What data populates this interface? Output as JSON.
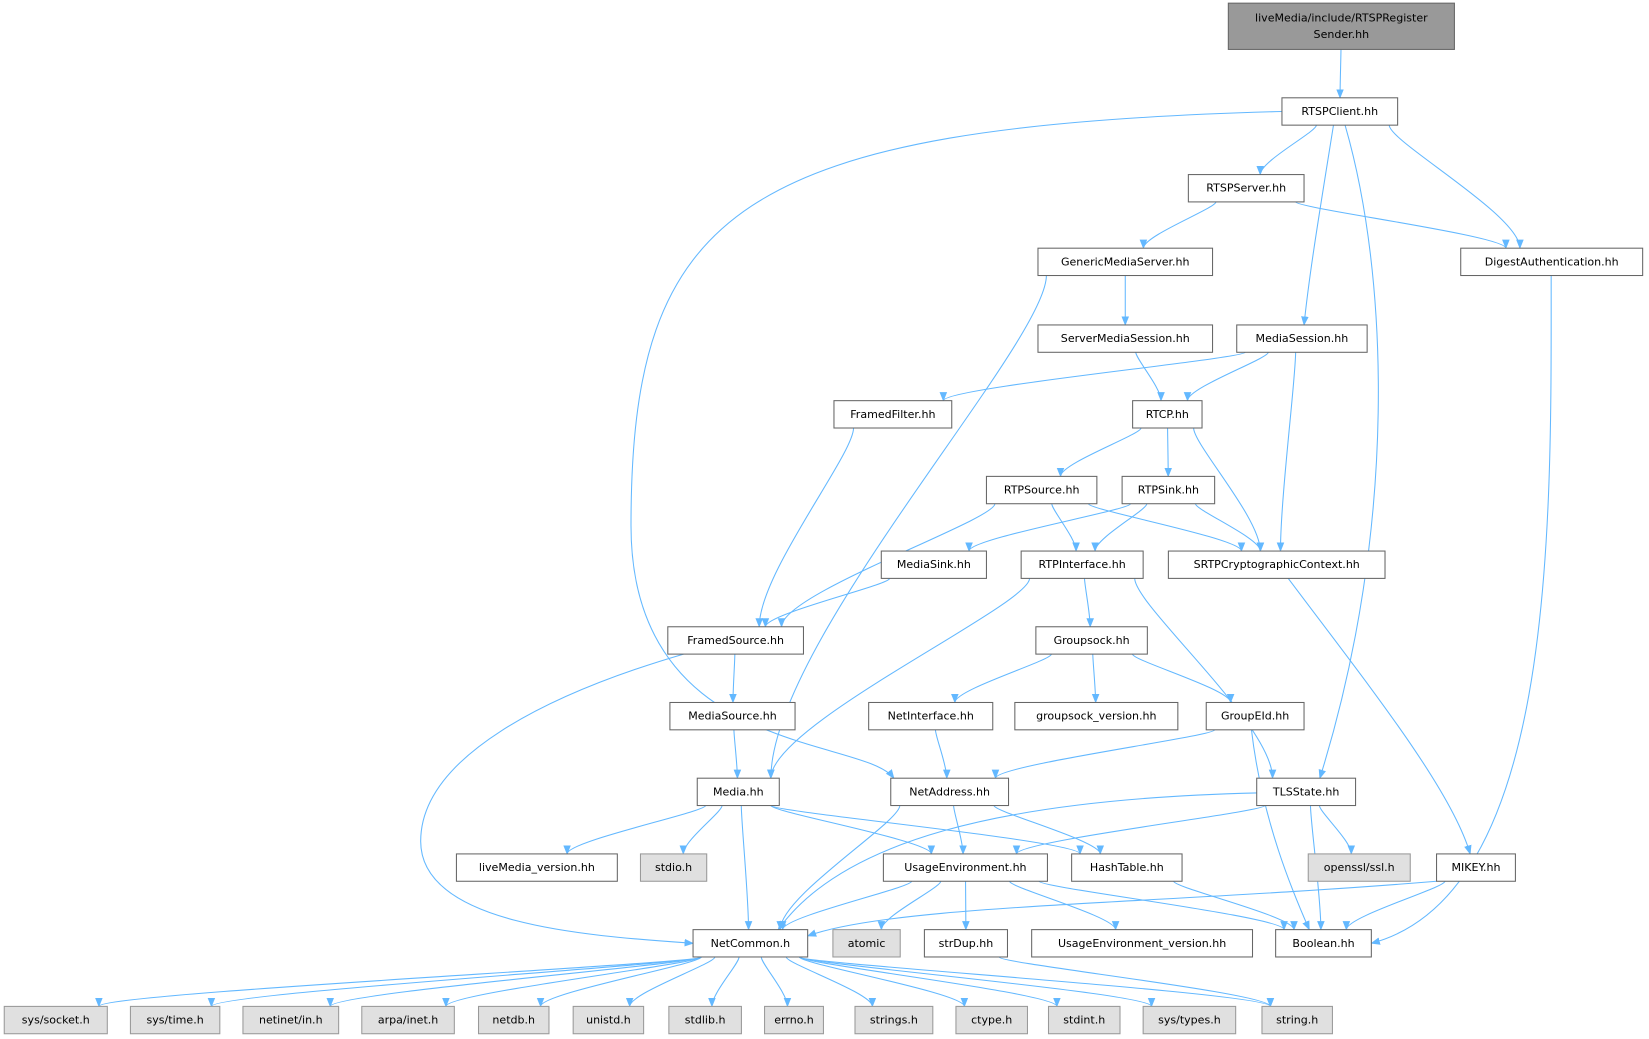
{
  "graph": {
    "title": "liveMedia/include/RTSPRegisterSender.hh",
    "edge_color": "#63b8ff",
    "nodes": [
      {
        "id": "root",
        "lines": [
          "liveMedia/include/RTSPRegister",
          "Sender.hh"
        ],
        "kind": "root"
      },
      {
        "id": "RTSPClient",
        "label": "RTSPClient.hh"
      },
      {
        "id": "RTSPServer",
        "label": "RTSPServer.hh"
      },
      {
        "id": "DigestAuthentication",
        "label": "DigestAuthentication.hh"
      },
      {
        "id": "GenericMediaServer",
        "label": "GenericMediaServer.hh"
      },
      {
        "id": "ServerMediaSession",
        "label": "ServerMediaSession.hh"
      },
      {
        "id": "MediaSession",
        "label": "MediaSession.hh"
      },
      {
        "id": "FramedFilter",
        "label": "FramedFilter.hh"
      },
      {
        "id": "RTCP",
        "label": "RTCP.hh"
      },
      {
        "id": "RTPSource",
        "label": "RTPSource.hh"
      },
      {
        "id": "RTPSink",
        "label": "RTPSink.hh"
      },
      {
        "id": "MediaSink",
        "label": "MediaSink.hh"
      },
      {
        "id": "RTPInterface",
        "label": "RTPInterface.hh"
      },
      {
        "id": "SRTP",
        "label": "SRTPCryptographicContext.hh"
      },
      {
        "id": "FramedSource",
        "label": "FramedSource.hh"
      },
      {
        "id": "Groupsock",
        "label": "Groupsock.hh"
      },
      {
        "id": "MediaSource",
        "label": "MediaSource.hh"
      },
      {
        "id": "NetInterface",
        "label": "NetInterface.hh"
      },
      {
        "id": "groupsock_version",
        "label": "groupsock_version.hh"
      },
      {
        "id": "GroupEId",
        "label": "GroupEId.hh"
      },
      {
        "id": "Media",
        "label": "Media.hh"
      },
      {
        "id": "NetAddress",
        "label": "NetAddress.hh"
      },
      {
        "id": "TLSState",
        "label": "TLSState.hh"
      },
      {
        "id": "liveMedia_version",
        "label": "liveMedia_version.hh"
      },
      {
        "id": "stdio",
        "label": "stdio.h",
        "kind": "ext"
      },
      {
        "id": "UsageEnvironment",
        "label": "UsageEnvironment.hh"
      },
      {
        "id": "HashTable",
        "label": "HashTable.hh"
      },
      {
        "id": "openssl",
        "label": "openssl/ssl.h",
        "kind": "ext"
      },
      {
        "id": "MIKEY",
        "label": "MIKEY.hh"
      },
      {
        "id": "NetCommon",
        "label": "NetCommon.h"
      },
      {
        "id": "atomic",
        "label": "atomic",
        "kind": "ext"
      },
      {
        "id": "strDup",
        "label": "strDup.hh"
      },
      {
        "id": "UsageEnvironment_version",
        "label": "UsageEnvironment_version.hh"
      },
      {
        "id": "Boolean",
        "label": "Boolean.hh"
      },
      {
        "id": "sys_socket",
        "label": "sys/socket.h",
        "kind": "ext"
      },
      {
        "id": "sys_time",
        "label": "sys/time.h",
        "kind": "ext"
      },
      {
        "id": "netinet_in",
        "label": "netinet/in.h",
        "kind": "ext"
      },
      {
        "id": "arpa_inet",
        "label": "arpa/inet.h",
        "kind": "ext"
      },
      {
        "id": "netdb",
        "label": "netdb.h",
        "kind": "ext"
      },
      {
        "id": "unistd",
        "label": "unistd.h",
        "kind": "ext"
      },
      {
        "id": "stdlib",
        "label": "stdlib.h",
        "kind": "ext"
      },
      {
        "id": "errno",
        "label": "errno.h",
        "kind": "ext"
      },
      {
        "id": "strings",
        "label": "strings.h",
        "kind": "ext"
      },
      {
        "id": "ctype",
        "label": "ctype.h",
        "kind": "ext"
      },
      {
        "id": "stdint",
        "label": "stdint.h",
        "kind": "ext"
      },
      {
        "id": "sys_types",
        "label": "sys/types.h",
        "kind": "ext"
      },
      {
        "id": "string",
        "label": "string.h",
        "kind": "ext"
      }
    ],
    "edges": [
      [
        "root",
        "RTSPClient"
      ],
      [
        "RTSPClient",
        "RTSPServer"
      ],
      [
        "RTSPClient",
        "DigestAuthentication"
      ],
      [
        "RTSPClient",
        "MediaSession"
      ],
      [
        "RTSPClient",
        "TLSState"
      ],
      [
        "RTSPClient",
        "NetAddress"
      ],
      [
        "RTSPServer",
        "GenericMediaServer"
      ],
      [
        "RTSPServer",
        "DigestAuthentication"
      ],
      [
        "GenericMediaServer",
        "ServerMediaSession"
      ],
      [
        "GenericMediaServer",
        "Media"
      ],
      [
        "ServerMediaSession",
        "RTCP"
      ],
      [
        "MediaSession",
        "FramedFilter"
      ],
      [
        "MediaSession",
        "RTCP"
      ],
      [
        "MediaSession",
        "SRTP"
      ],
      [
        "DigestAuthentication",
        "Boolean"
      ],
      [
        "FramedFilter",
        "FramedSource"
      ],
      [
        "RTCP",
        "RTPSource"
      ],
      [
        "RTCP",
        "RTPSink"
      ],
      [
        "RTCP",
        "SRTP"
      ],
      [
        "RTPSource",
        "FramedSource"
      ],
      [
        "RTPSource",
        "RTPInterface"
      ],
      [
        "RTPSource",
        "SRTP"
      ],
      [
        "RTPSink",
        "MediaSink"
      ],
      [
        "RTPSink",
        "RTPInterface"
      ],
      [
        "RTPSink",
        "SRTP"
      ],
      [
        "MediaSink",
        "FramedSource"
      ],
      [
        "RTPInterface",
        "Groupsock"
      ],
      [
        "RTPInterface",
        "Media"
      ],
      [
        "RTPInterface",
        "TLSState"
      ],
      [
        "SRTP",
        "MIKEY"
      ],
      [
        "FramedSource",
        "MediaSource"
      ],
      [
        "FramedSource",
        "NetCommon"
      ],
      [
        "Groupsock",
        "NetInterface"
      ],
      [
        "Groupsock",
        "groupsock_version"
      ],
      [
        "Groupsock",
        "GroupEId"
      ],
      [
        "MediaSource",
        "Media"
      ],
      [
        "NetInterface",
        "NetAddress"
      ],
      [
        "GroupEId",
        "NetAddress"
      ],
      [
        "GroupEId",
        "Boolean"
      ],
      [
        "Media",
        "liveMedia_version"
      ],
      [
        "Media",
        "stdio"
      ],
      [
        "Media",
        "NetCommon"
      ],
      [
        "Media",
        "UsageEnvironment"
      ],
      [
        "Media",
        "HashTable"
      ],
      [
        "NetAddress",
        "NetCommon"
      ],
      [
        "NetAddress",
        "UsageEnvironment"
      ],
      [
        "NetAddress",
        "HashTable"
      ],
      [
        "TLSState",
        "NetCommon"
      ],
      [
        "TLSState",
        "UsageEnvironment"
      ],
      [
        "TLSState",
        "openssl"
      ],
      [
        "TLSState",
        "Boolean"
      ],
      [
        "UsageEnvironment",
        "NetCommon"
      ],
      [
        "UsageEnvironment",
        "atomic"
      ],
      [
        "UsageEnvironment",
        "strDup"
      ],
      [
        "UsageEnvironment",
        "UsageEnvironment_version"
      ],
      [
        "UsageEnvironment",
        "Boolean"
      ],
      [
        "HashTable",
        "Boolean"
      ],
      [
        "MIKEY",
        "NetCommon"
      ],
      [
        "MIKEY",
        "Boolean"
      ],
      [
        "strDup",
        "string"
      ],
      [
        "NetCommon",
        "sys_socket"
      ],
      [
        "NetCommon",
        "sys_time"
      ],
      [
        "NetCommon",
        "netinet_in"
      ],
      [
        "NetCommon",
        "arpa_inet"
      ],
      [
        "NetCommon",
        "netdb"
      ],
      [
        "NetCommon",
        "unistd"
      ],
      [
        "NetCommon",
        "stdlib"
      ],
      [
        "NetCommon",
        "errno"
      ],
      [
        "NetCommon",
        "strings"
      ],
      [
        "NetCommon",
        "ctype"
      ],
      [
        "NetCommon",
        "stdint"
      ],
      [
        "NetCommon",
        "sys_types"
      ],
      [
        "NetCommon",
        "string"
      ]
    ]
  }
}
